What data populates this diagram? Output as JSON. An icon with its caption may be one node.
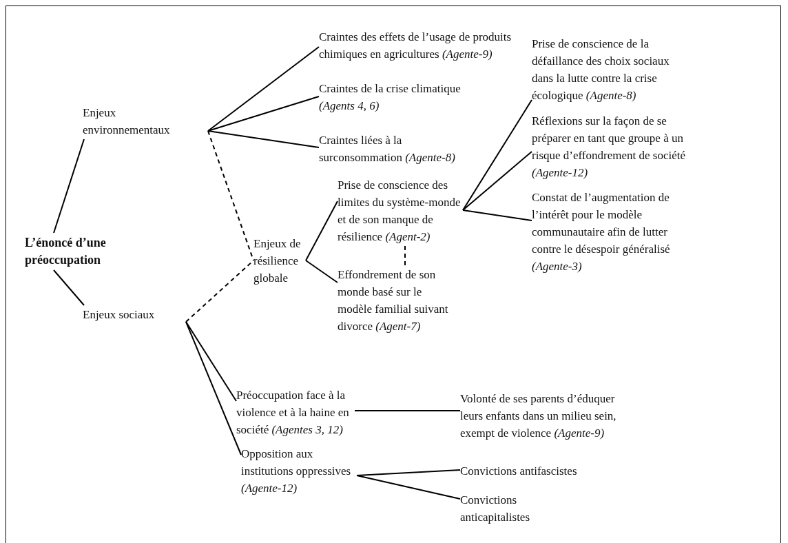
{
  "diagram": {
    "nodes": [
      {
        "text": [
          "L’énoncé d’une préoccupation"
        ]
      },
      {
        "text": [
          "Enjeux environnementaux"
        ]
      },
      {
        "text": [
          "Enjeux sociaux"
        ]
      },
      {
        "text": [
          "Enjeux de résilience globale"
        ]
      },
      {
        "text": [
          "Craintes des effets de l’usage de produits chimiques en agricultures *(Agente-9)*"
        ]
      },
      {
        "text": [
          "Craintes de la crise climatique *(Agents 4, 6)*"
        ]
      },
      {
        "text": [
          "Craintes liées à la surconsommation *(Agente-8)*"
        ]
      },
      {
        "text": [
          "Prise de conscience des limites du système-monde et de son manque de résilience *(Agent-2)*"
        ]
      },
      {
        "text": [
          "Effondrement de son monde basé sur le modèle familial suivant divorce *(Agent-7)*"
        ]
      },
      {
        "text": [
          "Prise de conscience de la défaillance des choix sociaux dans la lutte contre la crise écologique *(Agente-8)*"
        ]
      },
      {
        "text": [
          "Réflexions sur la façon de se préparer en tant que groupe à un risque d’effondrement de société *(Agente-12)*"
        ]
      },
      {
        "text": [
          "Constat de l’augmentation de l’intérêt pour le modèle communautaire afin de lutter contre le désespoir généralisé *(Agente-3)*"
        ]
      },
      {
        "text": [
          "Préoccupation face à la violence et à la haine en société *(Agentes 3, 12)*"
        ]
      },
      {
        "text": [
          "Volonté de ses parents d’éduquer leurs enfants dans un milieu sein, exempt de violence *(Agente-9)*"
        ]
      },
      {
        "text": [
          "Opposition aux institutions oppressives *(Agente-12)*"
        ]
      },
      {
        "text": [
          "Convictions antifascistes"
        ]
      },
      {
        "text": [
          "Convictions anticapitalistes"
        ]
      }
    ],
    "edges": [
      {
        "from": 0,
        "to": 1,
        "arrow": "none"
      },
      {
        "from": 0,
        "to": 2,
        "arrow": "none"
      },
      {
        "from": 1,
        "to": 4,
        "arrow": "none"
      },
      {
        "from": 1,
        "to": 5,
        "arrow": "none"
      },
      {
        "from": 1,
        "to": 6,
        "arrow": "none"
      },
      {
        "from": 1,
        "to": 3,
        "arrow": "none",
        "style": "dashed"
      },
      {
        "from": 2,
        "to": 3,
        "arrow": "none",
        "style": "dashed"
      },
      {
        "from": 3,
        "to": 7,
        "arrow": "none"
      },
      {
        "from": 3,
        "to": 8,
        "arrow": "none"
      },
      {
        "from": 7,
        "to": 8,
        "arrow": "none",
        "style": "dashed"
      },
      {
        "from": 7,
        "to": 9,
        "arrow": "none"
      },
      {
        "from": 7,
        "to": 10,
        "arrow": "none"
      },
      {
        "from": 7,
        "to": 11,
        "arrow": "none"
      },
      {
        "from": 2,
        "to": 12,
        "arrow": "none"
      },
      {
        "from": 2,
        "to": 14,
        "arrow": "none"
      },
      {
        "from": 12,
        "to": 13,
        "arrow": "none"
      },
      {
        "from": 14,
        "to": 15,
        "arrow": "none"
      },
      {
        "from": 14,
        "to": 16,
        "arrow": "none"
      }
    ]
  }
}
